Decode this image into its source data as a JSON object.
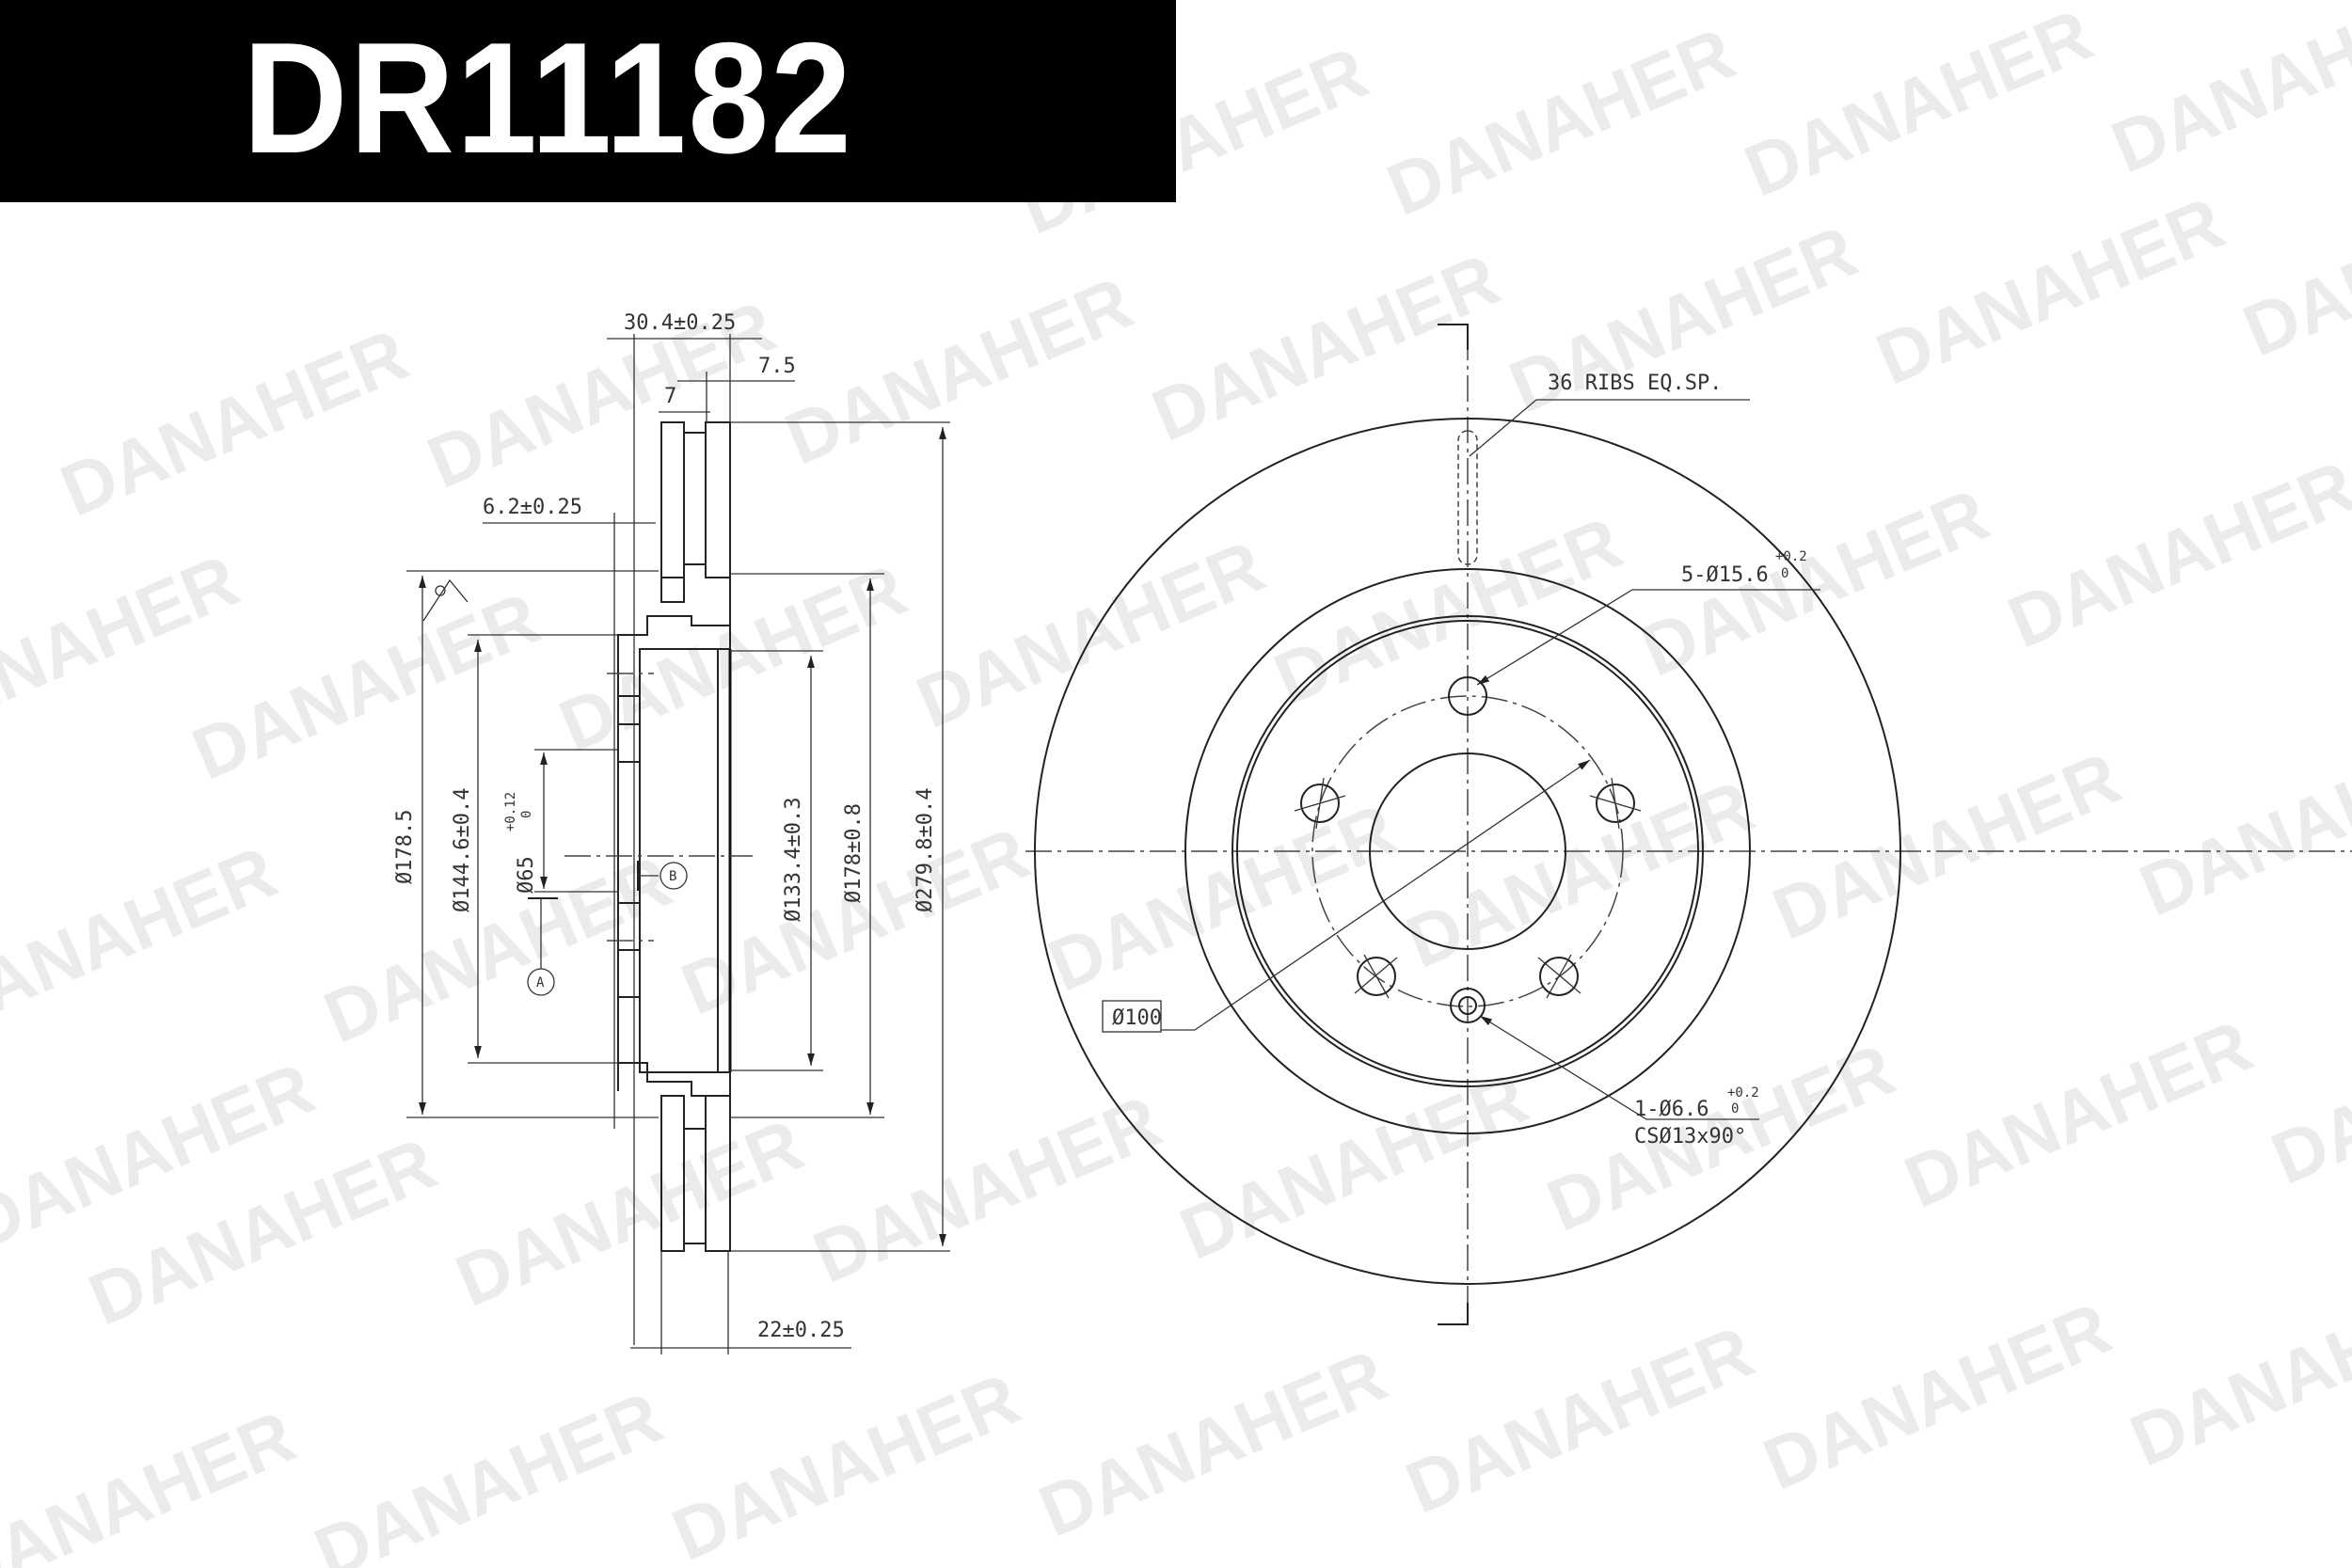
{
  "header": {
    "part_number": "DR11182"
  },
  "watermark": {
    "text": "DANAHER",
    "registered_mark": "®"
  },
  "section_view": {
    "dimensions": {
      "overall_width": "30.4±0.25",
      "offset_7_5": "7.5",
      "width_7": "7",
      "hat_thickness": "6.2±0.25",
      "disc_thickness": "22±0.25",
      "dia_178_5": "Ø178.5",
      "dia_144_6": "Ø144.6±0.4",
      "dia_65": "Ø65",
      "dia_65_tol_upper": "+0.12",
      "dia_65_tol_lower": "0",
      "dia_133_4": "Ø133.4±0.3",
      "dia_178": "Ø178±0.8",
      "dia_279_8": "Ø279.8±0.4"
    },
    "datums": {
      "a": "A",
      "b": "B"
    }
  },
  "front_view": {
    "notes": {
      "ribs": "36 RIBS EQ.SP.",
      "bolt_holes": "5-Ø15.6",
      "bolt_holes_tol_upper": "+0.2",
      "bolt_holes_tol_lower": "0",
      "pcd": "Ø100",
      "set_screw_hole": "1-Ø6.6",
      "set_screw_tol_upper": "+0.2",
      "set_screw_tol_lower": "0",
      "countersink": "CSØ13x90°"
    }
  }
}
